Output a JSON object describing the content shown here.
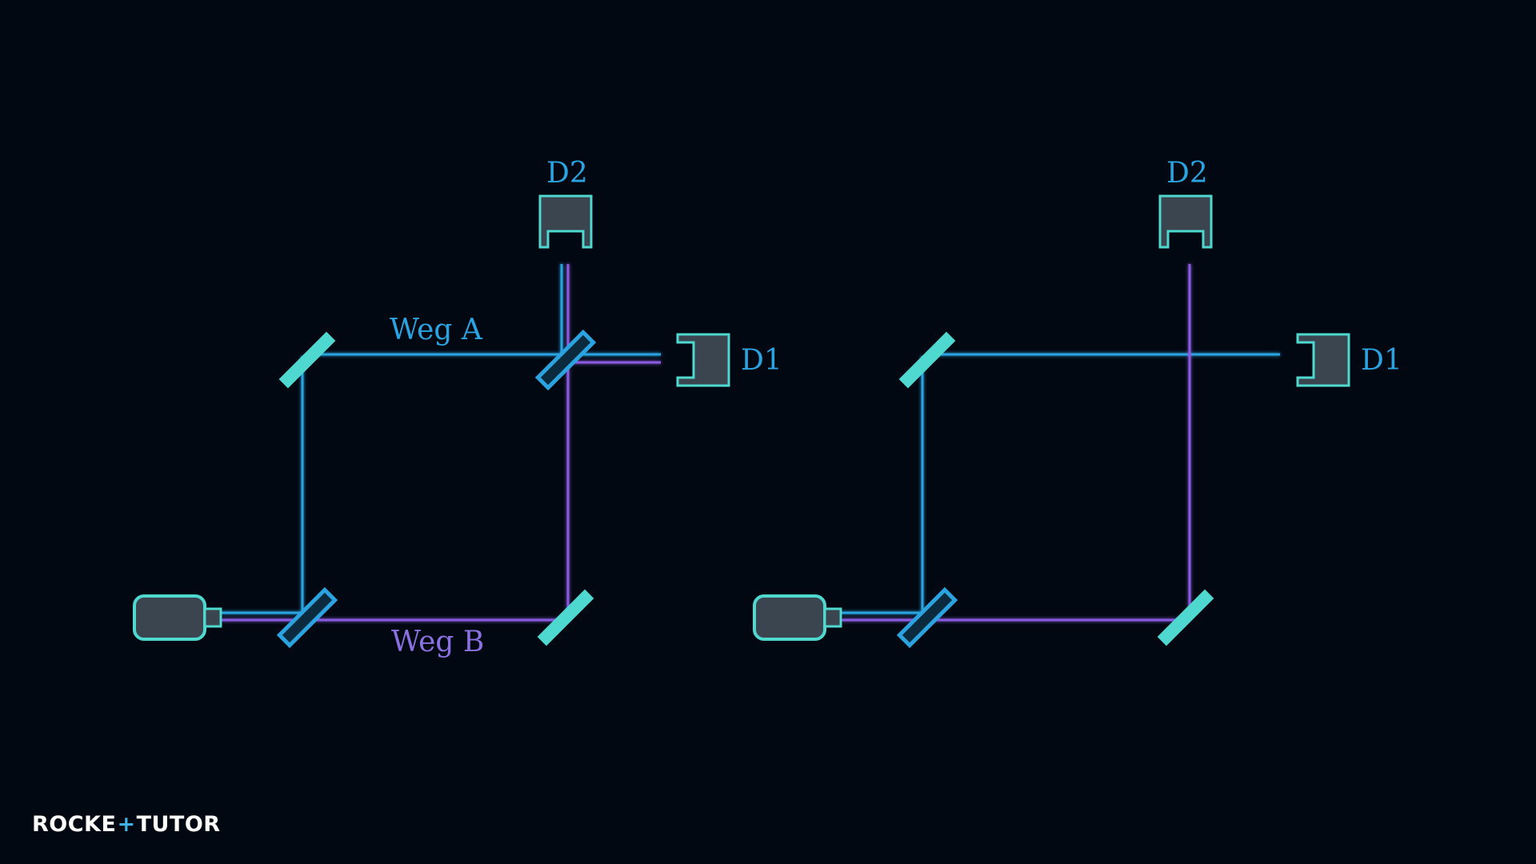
{
  "colors": {
    "background": "#020811",
    "beam_a": "#2aa3e0",
    "beam_b": "#8a5ae0",
    "component": "#4fd8cf",
    "component_fill": "#3a4550",
    "label_a": "#2aa3e0",
    "label_b": "#8a70e0"
  },
  "left_setup": {
    "path_a_label": "Weg A",
    "path_b_label": "Weg B",
    "detector_1": "D1",
    "detector_2": "D2"
  },
  "right_setup": {
    "detector_1": "D1",
    "detector_2": "D2"
  },
  "logo": {
    "part1": "ROCKE",
    "plus": "+",
    "part2": "TUTO",
    "part3": "R"
  }
}
